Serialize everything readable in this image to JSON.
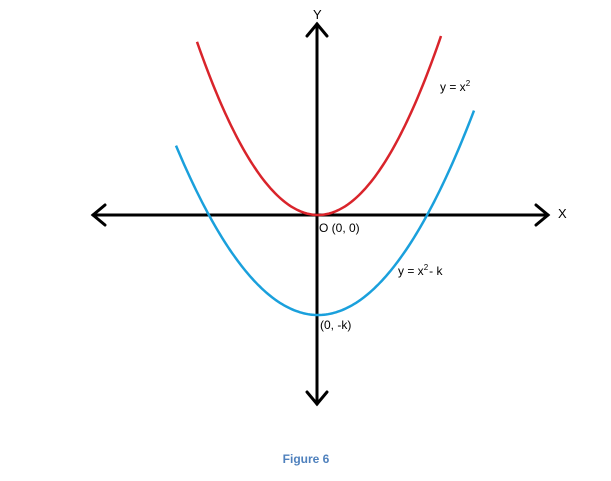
{
  "figure": {
    "caption": "Figure 6",
    "caption_color": "#4f81bd"
  },
  "axes": {
    "x_label": "X",
    "y_label": "Y",
    "color": "#000000"
  },
  "curves": {
    "upper": {
      "label_prefix": "y = x",
      "label_exponent": "2",
      "label_suffix": "",
      "vertex_label": "O (0, 0)",
      "color": "#d9242b"
    },
    "lower": {
      "label_prefix": "y = x",
      "label_exponent": "2",
      "label_suffix": "- k",
      "vertex_label": "(0, -k)",
      "color": "#1aa0dc"
    }
  }
}
